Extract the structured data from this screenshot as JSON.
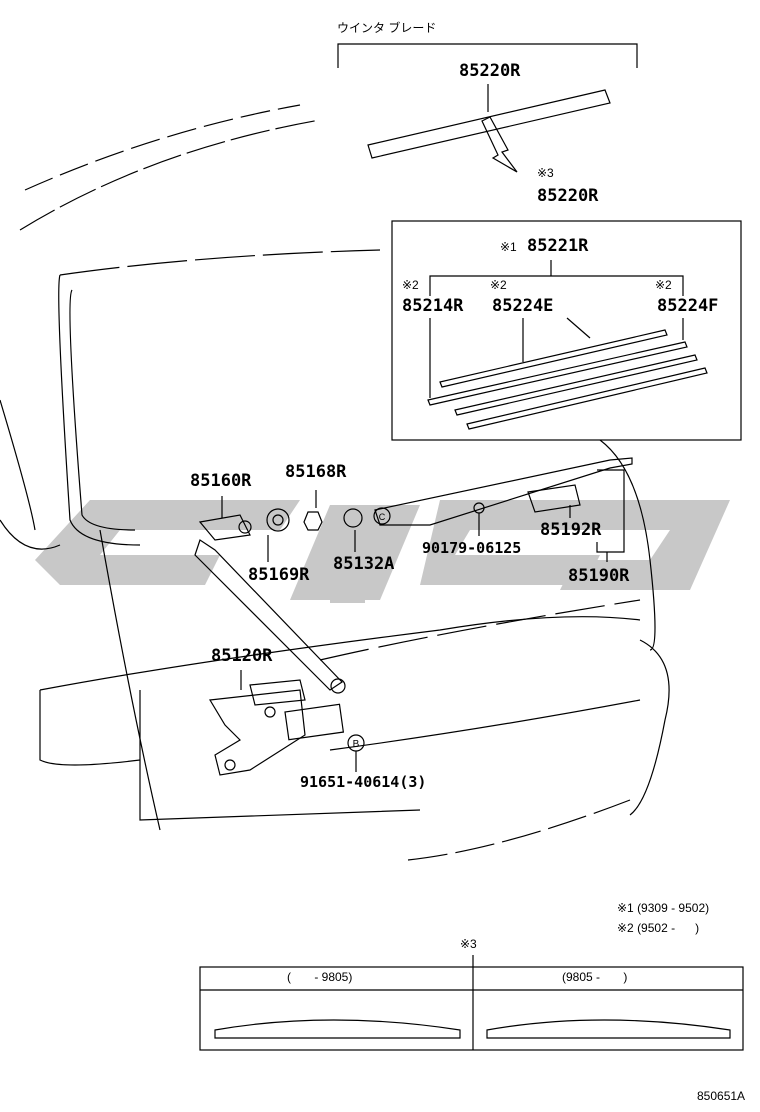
{
  "title_jp": "ウインタ ブレード",
  "parts": {
    "blade_top": "85220R",
    "blade_set_note": "※3",
    "blade_set": "85220R",
    "rubber_note": "※1",
    "rubber": "85221R",
    "note2_a": "※2",
    "p85214R": "85214R",
    "note2_b": "※2",
    "p85224E": "85224E",
    "note2_c": "※2",
    "p85224F": "85224F",
    "p85160R": "85160R",
    "p85168R": "85168R",
    "p85169R": "85169R",
    "p85132A": "85132A",
    "p90179": "90179-06125",
    "p85192R": "85192R",
    "p85190R": "85190R",
    "p85120R": "85120R",
    "p91651": "91651-40614(3)"
  },
  "callouts": {
    "c": "C",
    "b": "B"
  },
  "legend": {
    "note1": "※1 (9309 - 9502)",
    "note2": "※2 (9502 -      )"
  },
  "table": {
    "note": "※3",
    "columns": [
      "(       - 9805)",
      "(9805 -       )"
    ]
  },
  "diagram_code": "850651A",
  "colors": {
    "line": "#000000",
    "watermark": "#c8c8c8"
  }
}
